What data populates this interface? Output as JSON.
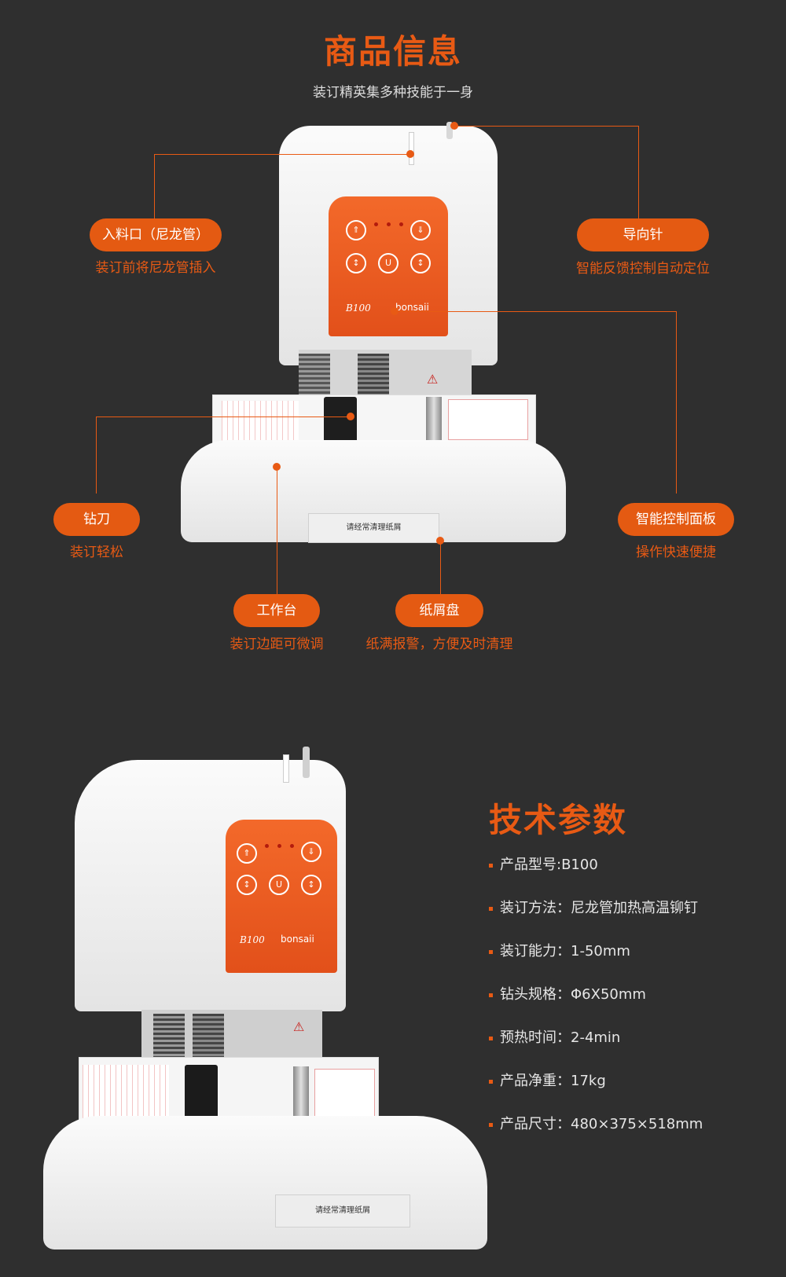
{
  "header": {
    "title": "商品信息",
    "subtitle": "装订精英集多种技能于一身"
  },
  "callouts": [
    {
      "label": "入料口（尼龙管）",
      "desc": "装订前将尼龙管插入"
    },
    {
      "label": "导向针",
      "desc": "智能反馈控制自动定位"
    },
    {
      "label": "钻刀",
      "desc": "装订轻松"
    },
    {
      "label": "智能控制面板",
      "desc": "操作快速便捷"
    },
    {
      "label": "工作台",
      "desc": "装订边距可微调"
    },
    {
      "label": "纸屑盘",
      "desc": "纸满报警，方便及时清理"
    }
  ],
  "machine": {
    "model": "B100",
    "brand": "bonsaii",
    "tray_label": "请经常清理纸屑"
  },
  "specs": {
    "title": "技术参数",
    "items": [
      "产品型号:B100",
      "装订方法：尼龙管加热高温铆钉",
      "装订能力：1-50mm",
      "钻头规格：Φ6X50mm",
      "预热时间：2-4min",
      "产品净重：17kg",
      "产品尺寸：480×375×518mm"
    ]
  },
  "colors": {
    "accent": "#e85a14",
    "background": "#2f2f2f",
    "panel": "#f0622a"
  }
}
